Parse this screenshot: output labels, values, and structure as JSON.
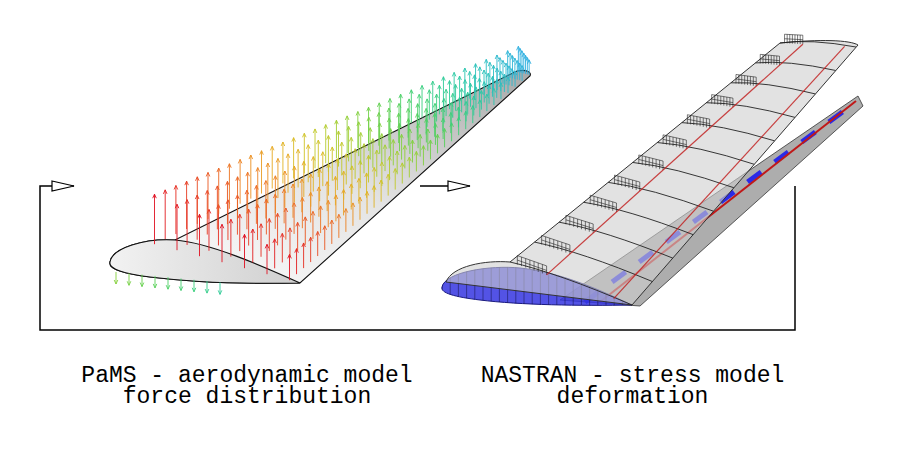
{
  "diagram": {
    "nodes": [
      {
        "text": [
          "PaMS - aerodynamic model",
          "force distribution"
        ]
      },
      {
        "text": [
          "NASTRAN - stress model",
          "deformation"
        ]
      }
    ],
    "edges": [
      {
        "from": 0,
        "to": 1,
        "arrow": "to"
      },
      {
        "from": 1,
        "to": 0,
        "arrow": "to"
      }
    ]
  }
}
